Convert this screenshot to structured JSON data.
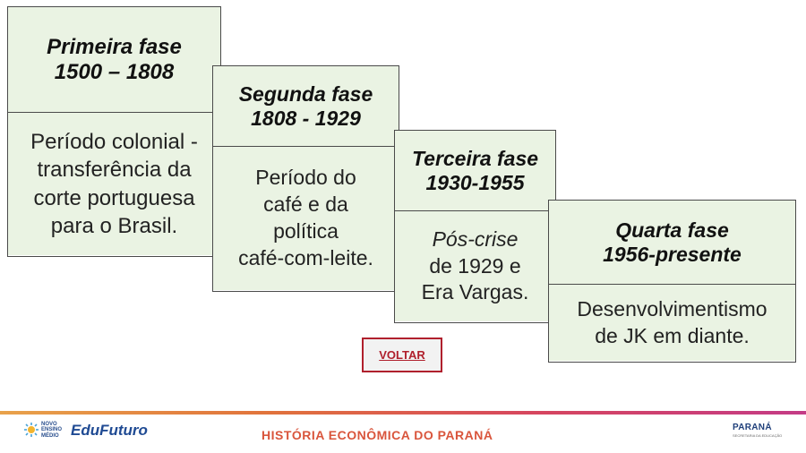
{
  "phases": [
    {
      "title": "Primeira fase",
      "dates": "1500 – 1808",
      "body": [
        "Período colonial -",
        "transferência da",
        "corte portuguesa",
        "para o Brasil."
      ]
    },
    {
      "title": "Segunda fase",
      "dates": "1808 - 1929",
      "body": [
        "Período do",
        "café e da",
        "política",
        "café-com-leite."
      ]
    },
    {
      "title": "Terceira fase",
      "dates": "1930-1955",
      "body": [
        "Pós-crise",
        "de 1929 e",
        "Era Vargas."
      ]
    },
    {
      "title": "Quarta fase",
      "dates": "1956-presente",
      "body": [
        "Desenvolvimentismo",
        "de JK em diante."
      ]
    }
  ],
  "voltar_label": "VOLTAR",
  "footer": {
    "novo_ensino_medio": [
      "NOVO",
      "ENSINO",
      "MÉDIO"
    ],
    "edufuturo": "EduFuturo",
    "title": "HISTÓRIA ECONÔMICA DO PARANÁ",
    "parana_logo": "PARANÁ",
    "parana_sub": "SECRETARIA DA EDUCAÇÃO"
  },
  "colors": {
    "box_fill": "#eaf3e3",
    "border": "#4a4a4a",
    "voltar_accent": "#b0202d",
    "footer_title": "#d9553c"
  }
}
